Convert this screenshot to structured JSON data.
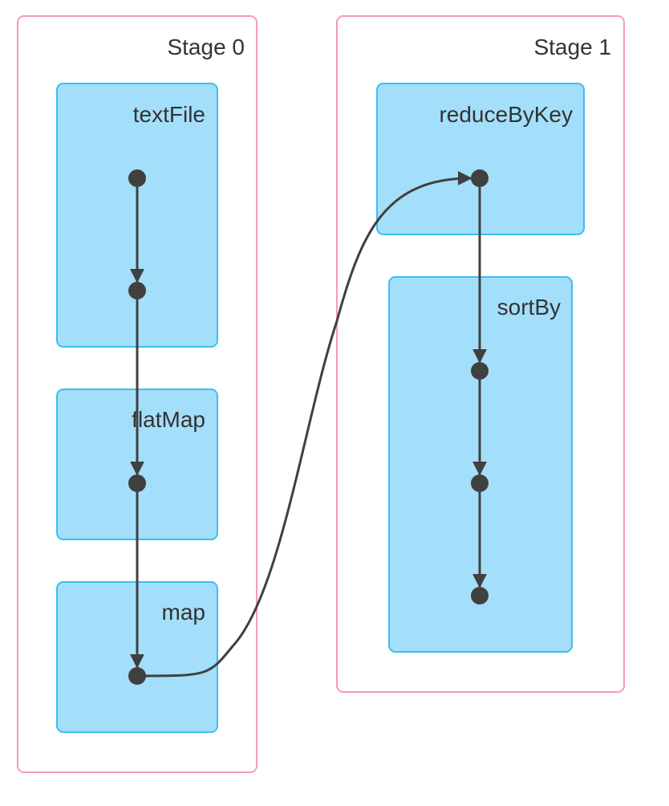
{
  "colors": {
    "stage_border": "#f39cb5",
    "op_fill": "#a3dffa",
    "op_border": "#3ebdf0",
    "node": "#404040",
    "edge": "#404040",
    "text": "#333333"
  },
  "stages": [
    {
      "label": "Stage 0",
      "operations": [
        {
          "label": "textFile",
          "node_count": 2
        },
        {
          "label": "flatMap",
          "node_count": 1
        },
        {
          "label": "map",
          "node_count": 1
        }
      ]
    },
    {
      "label": "Stage 1",
      "operations": [
        {
          "label": "reduceByKey",
          "node_count": 1
        },
        {
          "label": "sortBy",
          "node_count": 3
        }
      ]
    }
  ],
  "edges": [
    {
      "from": "textFile.0",
      "to": "textFile.1"
    },
    {
      "from": "textFile.1",
      "to": "flatMap.0"
    },
    {
      "from": "flatMap.0",
      "to": "map.0"
    },
    {
      "from": "map.0",
      "to": "reduceByKey.0"
    },
    {
      "from": "reduceByKey.0",
      "to": "sortBy.0"
    },
    {
      "from": "sortBy.0",
      "to": "sortBy.1"
    },
    {
      "from": "sortBy.1",
      "to": "sortBy.2"
    }
  ]
}
